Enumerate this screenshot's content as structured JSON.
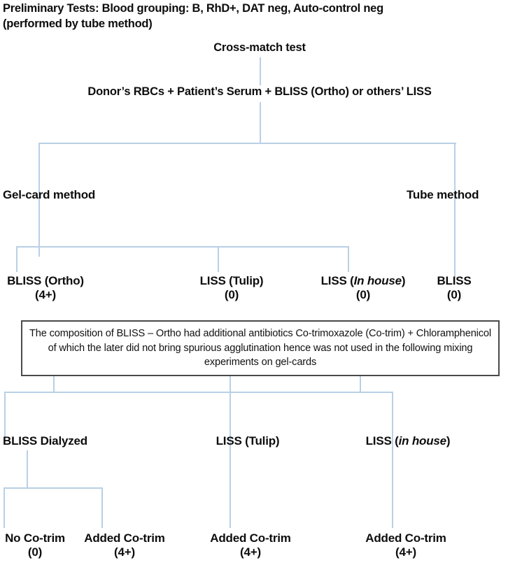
{
  "figure": {
    "title": "Cross-match test flowchart",
    "line_color": "#b9d0e6",
    "box_border_color": "#4a4a4a",
    "text_color": "#0d0d0d",
    "background": "#ffffff"
  },
  "header": {
    "line1": "Preliminary Tests: Blood grouping: B, RhD+, DAT neg, Auto-control neg",
    "line2": "(performed by tube method)"
  },
  "nodes": {
    "cross_match": "Cross-match test",
    "reagents": "Donor’s RBCs + Patient’s Serum + BLISS (Ortho) or others’ LISS",
    "gel_card_method": "Gel-card method",
    "tube_method": "Tube method",
    "gel_results": [
      {
        "label_pre": "BLISS (Ortho)",
        "label_ital": "",
        "label_post": "",
        "value": "(4+)"
      },
      {
        "label_pre": "LISS (Tulip)",
        "label_ital": "",
        "label_post": "",
        "value": "(0)"
      },
      {
        "label_pre": "LISS (",
        "label_ital": "In house",
        "label_post": ")",
        "value": "(0)"
      }
    ],
    "tube_result": {
      "label_pre": "BLISS",
      "label_ital": "",
      "label_post": "",
      "value": "(0)"
    },
    "note_box": "The composition of BLISS – Ortho had additional antibiotics Co-trimoxazole (Co-trim) + Chloramphenicol of which the later did not bring spurious agglutination hence was not used in the following mixing experiments on gel-cards",
    "mix_branches": [
      {
        "label_pre": "BLISS Dialyzed",
        "label_ital": "",
        "label_post": ""
      },
      {
        "label_pre": "LISS (Tulip)",
        "label_ital": "",
        "label_post": ""
      },
      {
        "label_pre": "LISS (",
        "label_ital": "in house",
        "label_post": ")"
      }
    ],
    "outcomes": [
      {
        "label": "No Co-trim",
        "value": "(0)"
      },
      {
        "label": "Added Co-trim",
        "value": "(4+)"
      },
      {
        "label": "Added Co-trim",
        "value": "(4+)"
      },
      {
        "label": "Added Co-trim",
        "value": "(4+)"
      }
    ]
  }
}
